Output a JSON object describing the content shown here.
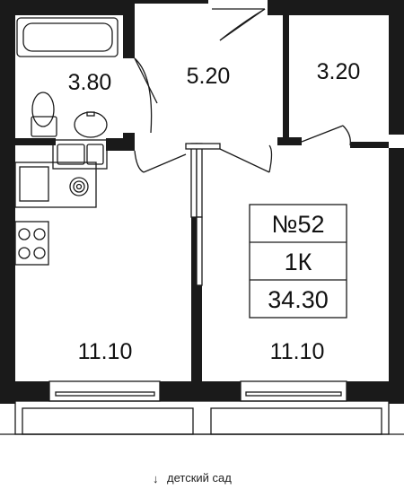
{
  "rooms": [
    {
      "id": "bathroom",
      "area": "3.80"
    },
    {
      "id": "hall",
      "area": "5.20"
    },
    {
      "id": "storage",
      "area": "3.20"
    },
    {
      "id": "kitchen",
      "area": "11.10"
    },
    {
      "id": "living-room",
      "area": "11.10"
    }
  ],
  "info": {
    "number": "№52",
    "type": "1К",
    "total_area": "34.30"
  },
  "footer": {
    "arrow": "↓",
    "orientation": "детский сад"
  }
}
